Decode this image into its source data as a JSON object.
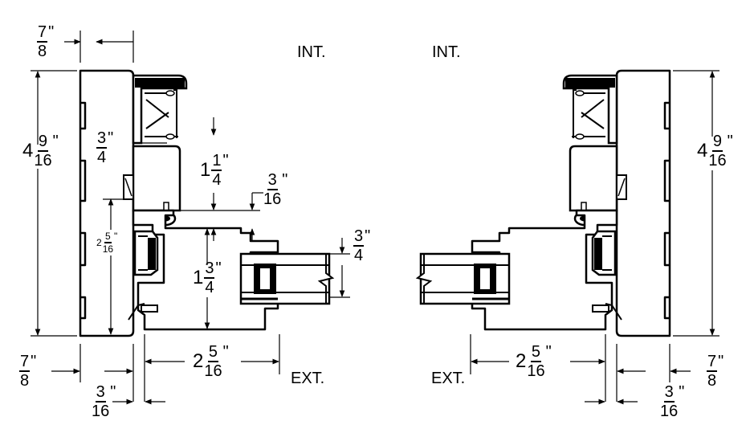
{
  "labels": {
    "int_left": "INT.",
    "int_right": "INT.",
    "ext_left": "EXT.",
    "ext_right": "EXT."
  },
  "dimensions": {
    "top_left_7_8": {
      "num": "7",
      "den": "8",
      "inch": "\""
    },
    "height_left": {
      "whole": "4",
      "num": "9",
      "den": "16",
      "inch": "\""
    },
    "jamb_3_4": {
      "num": "3",
      "den": "4",
      "inch": "\""
    },
    "one_1_4": {
      "whole": "1",
      "num": "1",
      "den": "4",
      "inch": "\""
    },
    "small_3_16": {
      "num": "3",
      "den": "16",
      "inch": "\""
    },
    "small_2_5_16": {
      "whole": "2",
      "num": "5",
      "den": "16",
      "inch": "\""
    },
    "one_3_4": {
      "whole": "1",
      "num": "3",
      "den": "4",
      "inch": "\""
    },
    "glass_3_4": {
      "num": "3",
      "den": "4",
      "inch": "\""
    },
    "bottom_left_7_8": {
      "num": "7",
      "den": "8",
      "inch": "\""
    },
    "bottom_left_2_5_16": {
      "whole": "2",
      "num": "5",
      "den": "16",
      "inch": "\""
    },
    "bottom_left_3_16": {
      "num": "3",
      "den": "16",
      "inch": "\""
    },
    "height_right": {
      "whole": "4",
      "num": "9",
      "den": "16",
      "inch": "\""
    },
    "bottom_right_2_5_16": {
      "whole": "2",
      "num": "5",
      "den": "16",
      "inch": "\""
    },
    "bottom_right_7_8": {
      "num": "7",
      "den": "8",
      "inch": "\""
    },
    "bottom_right_3_16": {
      "num": "3",
      "den": "16",
      "inch": "\""
    }
  }
}
